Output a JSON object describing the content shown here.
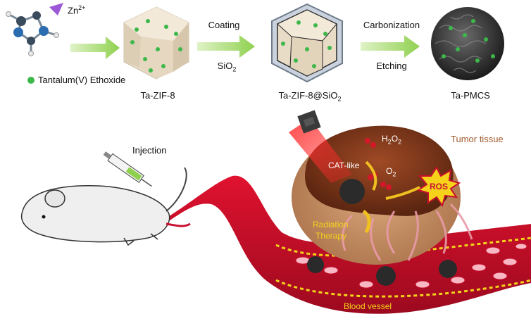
{
  "top_row": {
    "zn_label": "Zn",
    "zn_sup": "2+",
    "tantalum_label": "Tantalum(V) Ethoxide",
    "coating_label": "Coating",
    "sio2_label": "SiO",
    "sio2_sub": "2",
    "carbonization_label": "Carbonization",
    "etching_label": "Etching",
    "ta_zif8_label": "Ta-ZIF-8",
    "ta_zif8_sio2_label": "Ta-ZIF-8@SiO",
    "ta_zif8_sio2_sub": "2",
    "ta_pmcs_label": "Ta-PMCS"
  },
  "bottom_row": {
    "injection_label": "Injection",
    "h2o2_label": "H",
    "h2o2_sub1": "2",
    "h2o2_mid": "O",
    "h2o2_sub2": "2",
    "cat_like_label": "CAT-like",
    "o2_label": "O",
    "o2_sub": "2",
    "ros_label": "ROS",
    "tumor_label": "Tumor tissue",
    "radiation_label": "Radiation",
    "therapy_label": "Therapy",
    "blood_vessel_label": "Blood vessel"
  },
  "colors": {
    "arrow_green": "#8fd14f",
    "dot_green": "#3cb84a",
    "crystal_beige": "#e9dcc7",
    "vessel_red": "#c8102e",
    "tumor_brown": "#7a3b1e",
    "laser_red": "#ff2a2a",
    "label_yellow": "#f3d21a"
  }
}
